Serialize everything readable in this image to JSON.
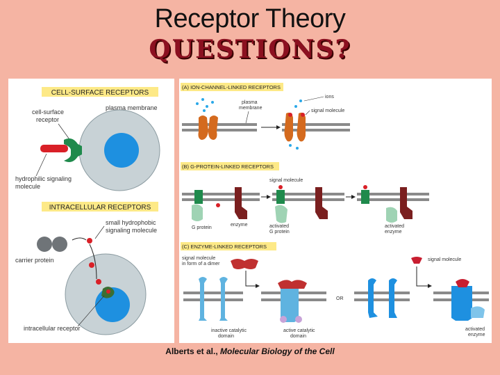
{
  "title": "Receptor Theory",
  "subtitle": "QUESTIONS?",
  "caption_authors": "Alberts et al.,",
  "caption_book": "Molecular Biology of the Cell",
  "colors": {
    "background": "#f5b4a3",
    "panel": "#ffffff",
    "header_box": "#fde987",
    "membrane": "#8a8a8a",
    "nucleus": "#1e90e0",
    "cell": "#c8d2d6",
    "signal_red": "#d92027",
    "receptor_green": "#1f8a4c",
    "channel_orange": "#d46a1e",
    "enzyme_maroon": "#7a1f1f",
    "enzyme_blue": "#5fb3e0"
  },
  "left": {
    "cell_surface_header": "CELL-SURFACE RECEPTORS",
    "cell_surface_receptor": [
      "cell-surface",
      "receptor"
    ],
    "plasma_membrane": "plasma membrane",
    "hydrophilic": [
      "hydrophilic signaling",
      "molecule"
    ],
    "intracellular_header": "INTRACELLULAR RECEPTORS",
    "small_hydrophobic": [
      "small hydrophobic",
      "signaling molecule"
    ],
    "carrier_protein": "carrier protein",
    "intracellular_receptor": "intracellular receptor"
  },
  "right": {
    "ion_header": "(A)  ION-CHANNEL-LINKED  RECEPTORS",
    "ions": "ions",
    "plasma_membrane": [
      "plasma",
      "membrane"
    ],
    "signal_molecule": "signal molecule",
    "g_header": "(B)  G-PROTEIN-LINKED  RECEPTORS",
    "g_signal_molecule": "signal molecule",
    "g_protein": "G protein",
    "enzyme": "enzyme",
    "activated_g_protein": [
      "activated",
      "G protein"
    ],
    "activated_enzyme": [
      "activated",
      "enzyme"
    ],
    "enzyme_header": "(C)  ENZYME-LINKED  RECEPTORS",
    "signal_dimer": [
      "signal molecule",
      "in form of a dimer"
    ],
    "signal_molecule_c": "signal molecule",
    "or": "OR",
    "inactive_domain": [
      "inactive catalytic",
      "domain"
    ],
    "active_domain": [
      "active catalytic",
      "domain"
    ],
    "activated_enzyme_c": [
      "activated",
      "enzyme"
    ]
  }
}
